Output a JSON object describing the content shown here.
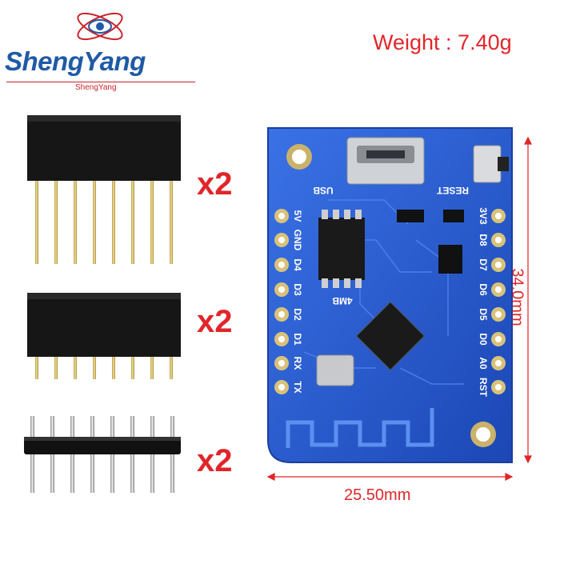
{
  "brand": {
    "name": "ShengYang",
    "subtitle": "ShengYang",
    "logo_icon": "eye-atom-logo-icon"
  },
  "weight_label": "Weight : 7.40g",
  "accessories": [
    {
      "type": "female header long pins",
      "quantity": "x2"
    },
    {
      "type": "female header short pins",
      "quantity": "x2"
    },
    {
      "type": "male pin header",
      "quantity": "x2"
    }
  ],
  "board": {
    "left_pins": [
      "5V",
      "GND",
      "D4",
      "D3",
      "D2",
      "D1",
      "RX",
      "TX"
    ],
    "right_pins": [
      "3V3",
      "D8",
      "D7",
      "D6",
      "D5",
      "D0",
      "A0",
      "RST"
    ],
    "labels": {
      "usb": "USB",
      "reset": "RESET",
      "flash": "4MB"
    },
    "colors": {
      "pcb": "#2a5fd6",
      "pcb_dark": "#1c47b5",
      "pad": "#d8c27a",
      "accent": "#e3262b"
    }
  },
  "dimensions": {
    "width": "25.50mm",
    "height": "34.0mm"
  }
}
